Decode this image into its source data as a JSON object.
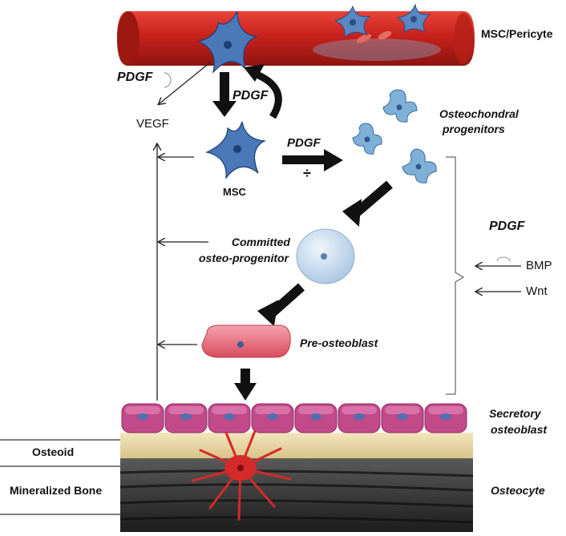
{
  "labels": {
    "msc_pericyte": "MSC/Pericyte",
    "pdgf_top_left": "PDGF",
    "pdgf_loop": "PDGF",
    "vegf": "VEGF",
    "pdgf_middle": "PDGF",
    "division_sign": "÷",
    "msc": "MSC",
    "osteochondral": "Osteochondral",
    "progenitors": "progenitors",
    "committed": "Committed",
    "osteo_progenitor": "osteo-progenitor",
    "pdgf_right": "PDGF",
    "bmp": "BMP",
    "wnt": "Wnt",
    "pre_osteoblast": "Pre-osteoblast",
    "secretory": "Secretory",
    "osteoblast": "osteoblast",
    "osteoid": "Osteoid",
    "mineralized_bone": "Mineralized Bone",
    "osteocyte": "Osteocyte"
  },
  "colors": {
    "vessel_red": "#c8221c",
    "msc_blue": "#4a78b8",
    "progenitor_blue": "#7fb0d8",
    "committed_blue": "#c9dcef",
    "pre_osteoblast_pink": "#e86a7a",
    "osteoblast_magenta": "#c24a8a",
    "osteoid_tan": "#e8d8a8",
    "bone_dark": "#2a2a2a",
    "osteocyte_red": "#d42a2a"
  }
}
